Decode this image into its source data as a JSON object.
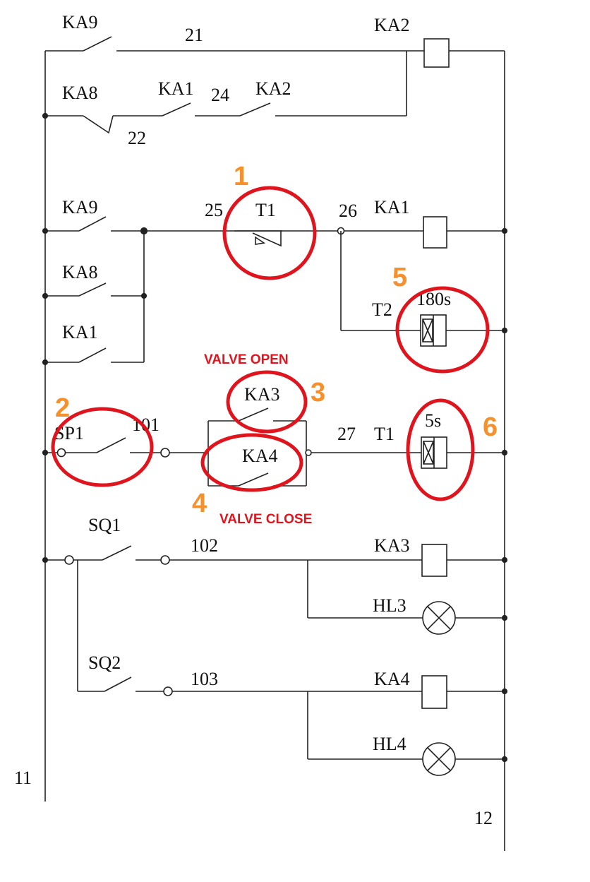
{
  "labels": {
    "KA9_top": "KA9",
    "wire_21": "21",
    "KA2_coil": "KA2",
    "KA8_top": "KA8",
    "KA1_top": "KA1",
    "wire_24": "24",
    "KA2_contact": "KA2",
    "wire_22": "22",
    "KA9_mid": "KA9",
    "wire_25": "25",
    "T1_contact": "T1",
    "wire_26": "26",
    "KA1_coil": "KA1",
    "KA8_mid": "KA8",
    "T2": "T2",
    "T2_time": "180s",
    "KA1_mid": "KA1",
    "SP1": "SP1",
    "wire_101": "101",
    "KA3_contact": "KA3",
    "KA4_contact": "KA4",
    "wire_27": "27",
    "T1_coil": "T1",
    "T1_time": "5s",
    "SQ1": "SQ1",
    "wire_102": "102",
    "KA3_coil": "KA3",
    "HL3": "HL3",
    "SQ2": "SQ2",
    "wire_103": "103",
    "KA4_coil": "KA4",
    "HL4": "HL4",
    "rail_left": "11",
    "rail_right": "12"
  },
  "annotations": {
    "n1": "1",
    "n2": "2",
    "n3": "3",
    "n4": "4",
    "n5": "5",
    "n6": "6",
    "valve_open": "VALVE OPEN",
    "valve_close": "VALVE CLOSE"
  },
  "colors": {
    "ink": "#222222",
    "highlight_red": "#e0141c",
    "number_orange": "#f5912d"
  }
}
